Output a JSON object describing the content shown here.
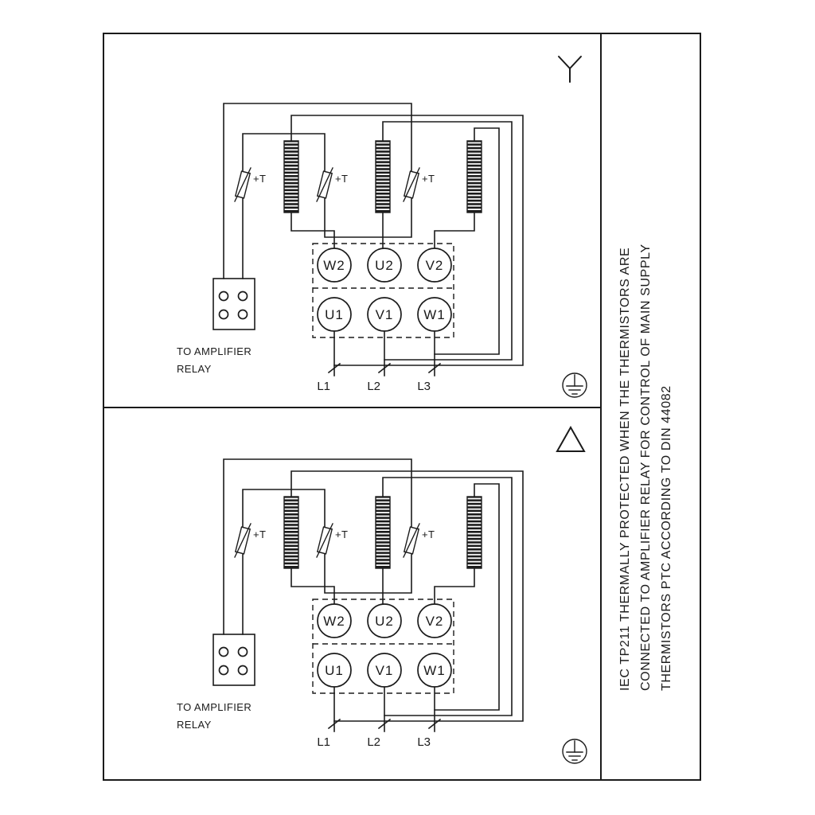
{
  "side_note": {
    "lines": [
      "IEC TP211 THERMALLY PROTECTED WHEN THE THERMISTORS ARE",
      "CONNECTED TO AMPLIFIER RELAY FOR CONTROL OF MAIN SUPPLY",
      "THERMISTORS PTC ACCORDING TO DIN 44082"
    ]
  },
  "colors": {
    "line": "#1b1b1b",
    "background": "#ffffff"
  },
  "panels": [
    {
      "connection": "star",
      "terminals_top": [
        "W2",
        "U2",
        "V2"
      ],
      "terminals_bottom": [
        "U1",
        "V1",
        "W1"
      ],
      "supply_lines": [
        "L1",
        "L2",
        "L3"
      ],
      "thermistor_labels": [
        "+T",
        "+T",
        "+T"
      ],
      "relay_caption_line1": "TO AMPLIFIER",
      "relay_caption_line2": "RELAY"
    },
    {
      "connection": "delta",
      "terminals_top": [
        "W2",
        "U2",
        "V2"
      ],
      "terminals_bottom": [
        "U1",
        "V1",
        "W1"
      ],
      "supply_lines": [
        "L1",
        "L2",
        "L3"
      ],
      "thermistor_labels": [
        "+T",
        "+T",
        "+T"
      ],
      "relay_caption_line1": "TO AMPLIFIER",
      "relay_caption_line2": "RELAY"
    }
  ]
}
